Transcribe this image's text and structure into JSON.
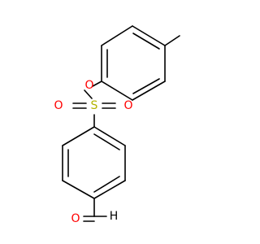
{
  "molecule": {
    "atoms": {
      "oxygen_ester": {
        "symbol": "O",
        "color": "#ff0000"
      },
      "sulfur": {
        "symbol": "S",
        "color": "#b3b300"
      },
      "oxygen_left": {
        "symbol": "O",
        "color": "#ff0000"
      },
      "oxygen_right": {
        "symbol": "O",
        "color": "#ff0000"
      },
      "oxygen_aldehyde": {
        "symbol": "O",
        "color": "#ff0000"
      },
      "hydrogen_aldehyde": {
        "symbol": "H",
        "color": "#000000"
      }
    },
    "bond_color": "#000000"
  }
}
